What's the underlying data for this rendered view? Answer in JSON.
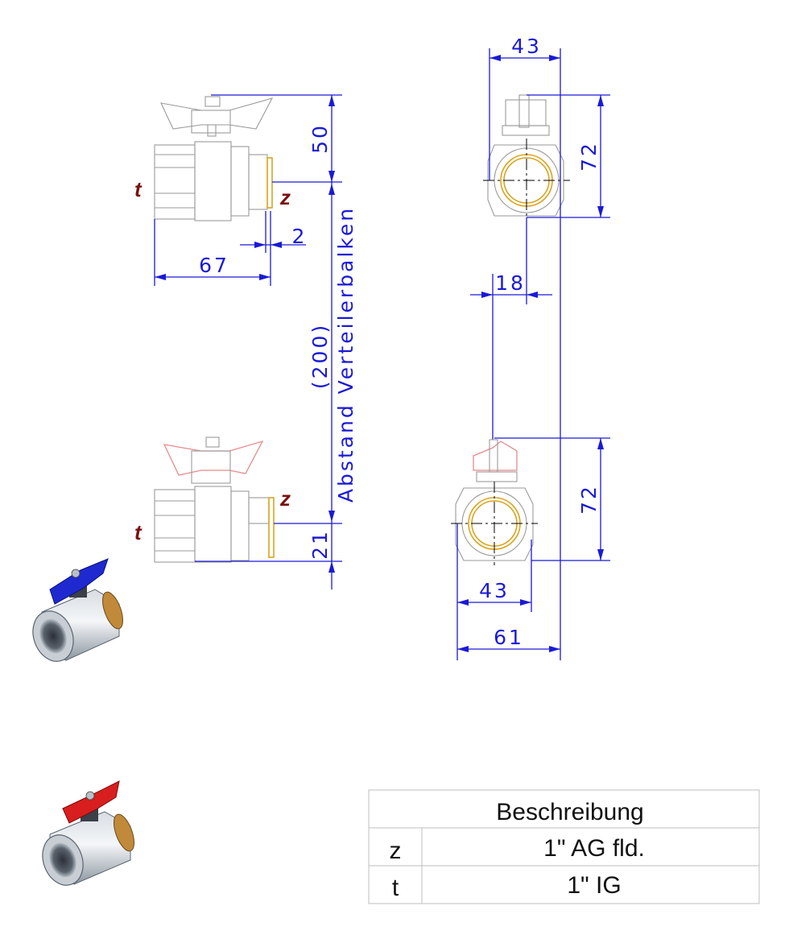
{
  "dimensions": {
    "side_top_height": "50",
    "side_width": "67",
    "side_thread_offset": "2",
    "side_bottom_height": "21",
    "distance_value": "(200)",
    "distance_label": "Abstand Verteilerbalken",
    "front_top_width": "43",
    "front_top_height": "72",
    "front_offset": "18",
    "front_bottom_height": "72",
    "front_bottom_width": "43",
    "front_overall_width": "61"
  },
  "callouts": {
    "top_t": "t",
    "top_z": "z",
    "bottom_t": "t",
    "bottom_z": "z"
  },
  "handle_colors": {
    "top": "#1e2ad0",
    "bottom": "#d81e1e",
    "top_outline": "#8a8ae6",
    "bottom_outline": "#e88b8b"
  },
  "table": {
    "header": "Beschreibung",
    "rows": [
      {
        "key": "z",
        "value": "1\" AG fld."
      },
      {
        "key": "t",
        "value": "1\" IG"
      }
    ]
  }
}
